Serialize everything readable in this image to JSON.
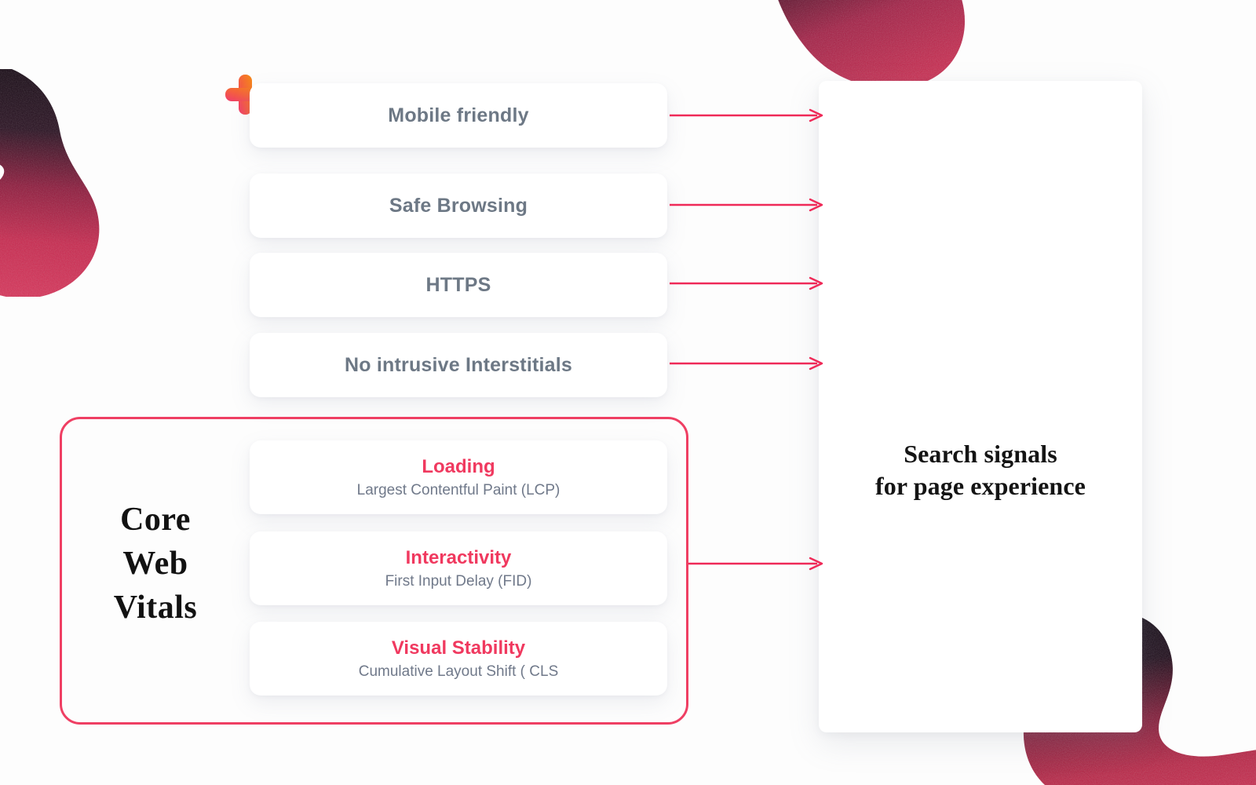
{
  "page": {
    "background_color": "#fdfdfd",
    "accent_pink": "#ef3f63",
    "accent_orange": "#f6821f",
    "text_gray": "#6d7885",
    "text_dark": "#121212"
  },
  "decor": {
    "plus_icon": "plus-icon",
    "left_blob": "organic-blob",
    "top_right_blob": "lozenge-blob",
    "bottom_right_blob": "hook-blob",
    "quarter_circle_blob": "quarter-circle-blob",
    "donut": "donut-ring-shape"
  },
  "signals": [
    {
      "id": "mobile",
      "label": "Mobile friendly"
    },
    {
      "id": "safe",
      "label": "Safe Browsing"
    },
    {
      "id": "https",
      "label": "HTTPS"
    },
    {
      "id": "nointr",
      "label": "No intrusive Interstitials"
    }
  ],
  "core_web_vitals": {
    "title_lines": [
      "Core",
      "Web",
      "Vitals"
    ],
    "items": [
      {
        "id": "loading",
        "title": "Loading",
        "subtitle": "Largest Contentful Paint (LCP)"
      },
      {
        "id": "interact",
        "title": "Interactivity",
        "subtitle": "First Input Delay (FID)"
      },
      {
        "id": "visual",
        "title": "Visual Stability",
        "subtitle": "Cumulative Layout Shift ( CLS"
      }
    ]
  },
  "result": {
    "title_lines": [
      "Search signals",
      "for page experience"
    ]
  },
  "arrows": {
    "count": 5,
    "color": "#ef2a58",
    "direction": "left-to-right"
  }
}
